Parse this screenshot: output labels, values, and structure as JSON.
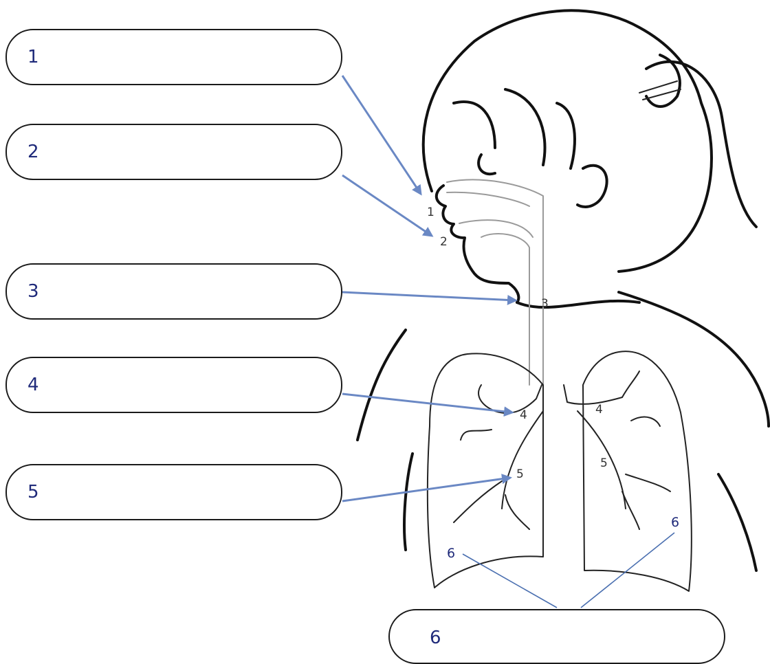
{
  "labels": [
    {
      "number": "1",
      "answer": ""
    },
    {
      "number": "2",
      "answer": ""
    },
    {
      "number": "3",
      "answer": ""
    },
    {
      "number": "4",
      "answer": ""
    },
    {
      "number": "5",
      "answer": ""
    },
    {
      "number": "6",
      "answer": ""
    }
  ],
  "figure": {
    "markers": [
      "1",
      "2",
      "3",
      "4",
      "4",
      "5",
      "5",
      "6",
      "6"
    ]
  },
  "colors": {
    "label_number": "#1f2a7a",
    "arrow": "#6a88c4",
    "outline": "#111111"
  }
}
